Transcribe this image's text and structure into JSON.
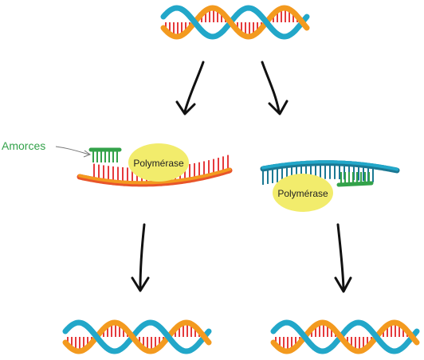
{
  "labels": {
    "primers": "Amorces",
    "polymerase_left": "Polymérase",
    "polymerase_right": "Polymérase"
  },
  "colors": {
    "orange": "#f39a1f",
    "orange_dark": "#e8552a",
    "blue": "#22a7c9",
    "blue_dark": "#1b7893",
    "rung_red": "#e53a3c",
    "rung_green": "#e6effa",
    "primer_green": "#33a24a",
    "polymerase_fill": "#f2ec6c",
    "arrow": "#111111",
    "label_green": "#33a24a"
  }
}
